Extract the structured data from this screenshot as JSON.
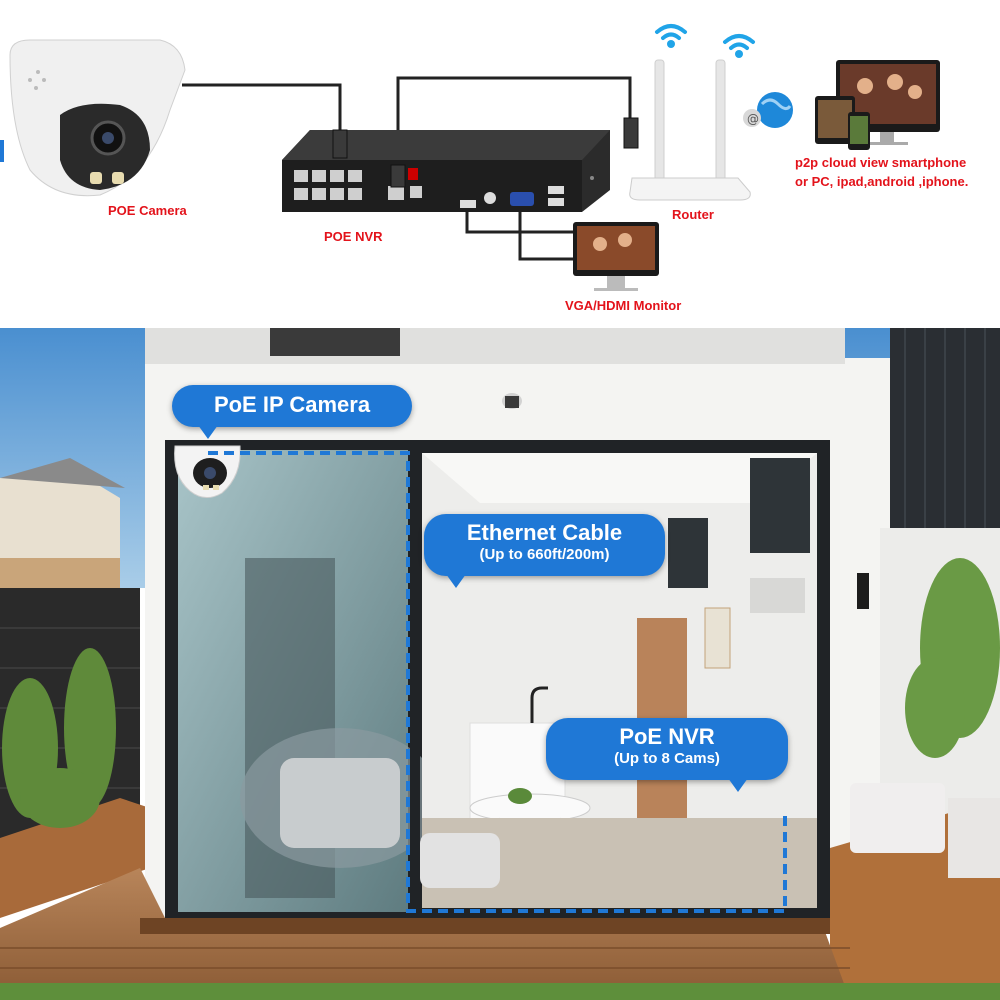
{
  "diagram": {
    "labels": {
      "poe_camera": "POE Camera",
      "poe_nvr": "POE NVR",
      "router": "Router",
      "monitor": "VGA/HDMI Monitor",
      "p2p_line1": "p2p cloud view smartphone",
      "p2p_line2": "or PC, ipad,android ,iphone."
    },
    "colors": {
      "label_red": "#e3131b",
      "callout_blue": "#1f78d6",
      "cable": "#222222"
    }
  },
  "scene": {
    "callouts": {
      "camera": {
        "title": "PoE IP Camera"
      },
      "cable": {
        "title": "Ethernet Cable",
        "subtitle": "(Up to 660ft/200m)"
      },
      "nvr": {
        "title": "PoE NVR",
        "subtitle": "(Up to 8 Cams)"
      }
    },
    "colors": {
      "dashed_line": "#1f78d6"
    }
  }
}
